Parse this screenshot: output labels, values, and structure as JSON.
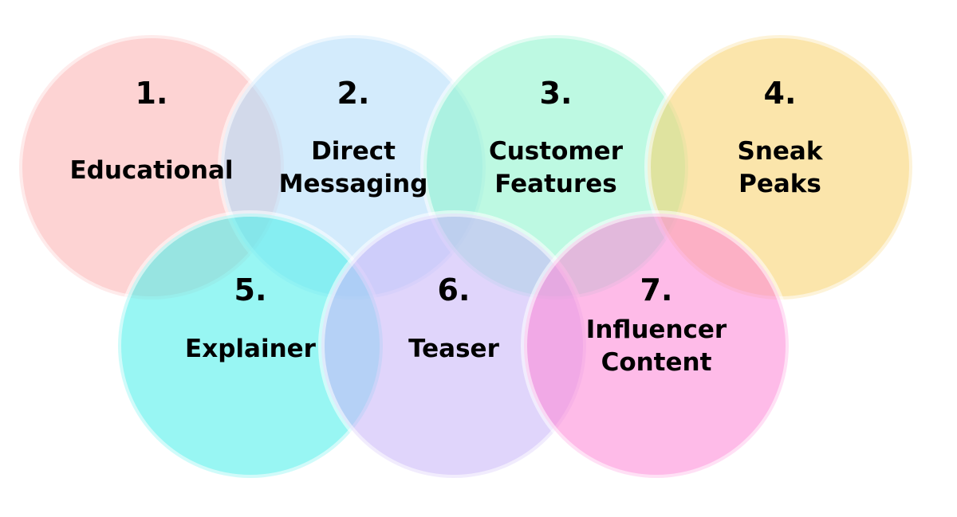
{
  "items": [
    {
      "number": "1.",
      "lines": [
        "Educational"
      ],
      "color": "#fbb3b3"
    },
    {
      "number": "2.",
      "lines": [
        "Direct",
        "Messaging"
      ],
      "color": "#b3dcf9"
    },
    {
      "number": "3.",
      "lines": [
        "Customer",
        "Features"
      ],
      "color": "#8ef5cd"
    },
    {
      "number": "4.",
      "lines": [
        "Sneak",
        "Peaks"
      ],
      "color": "#f8d36e"
    },
    {
      "number": "5.",
      "lines": [
        "Explainer"
      ],
      "color": "#4df0ea"
    },
    {
      "number": "6.",
      "lines": [
        "Teaser"
      ],
      "color": "#c9b6f8"
    },
    {
      "number": "7.",
      "lines": [
        "Influencer",
        "Content"
      ],
      "color": "#fd8ad8"
    }
  ]
}
